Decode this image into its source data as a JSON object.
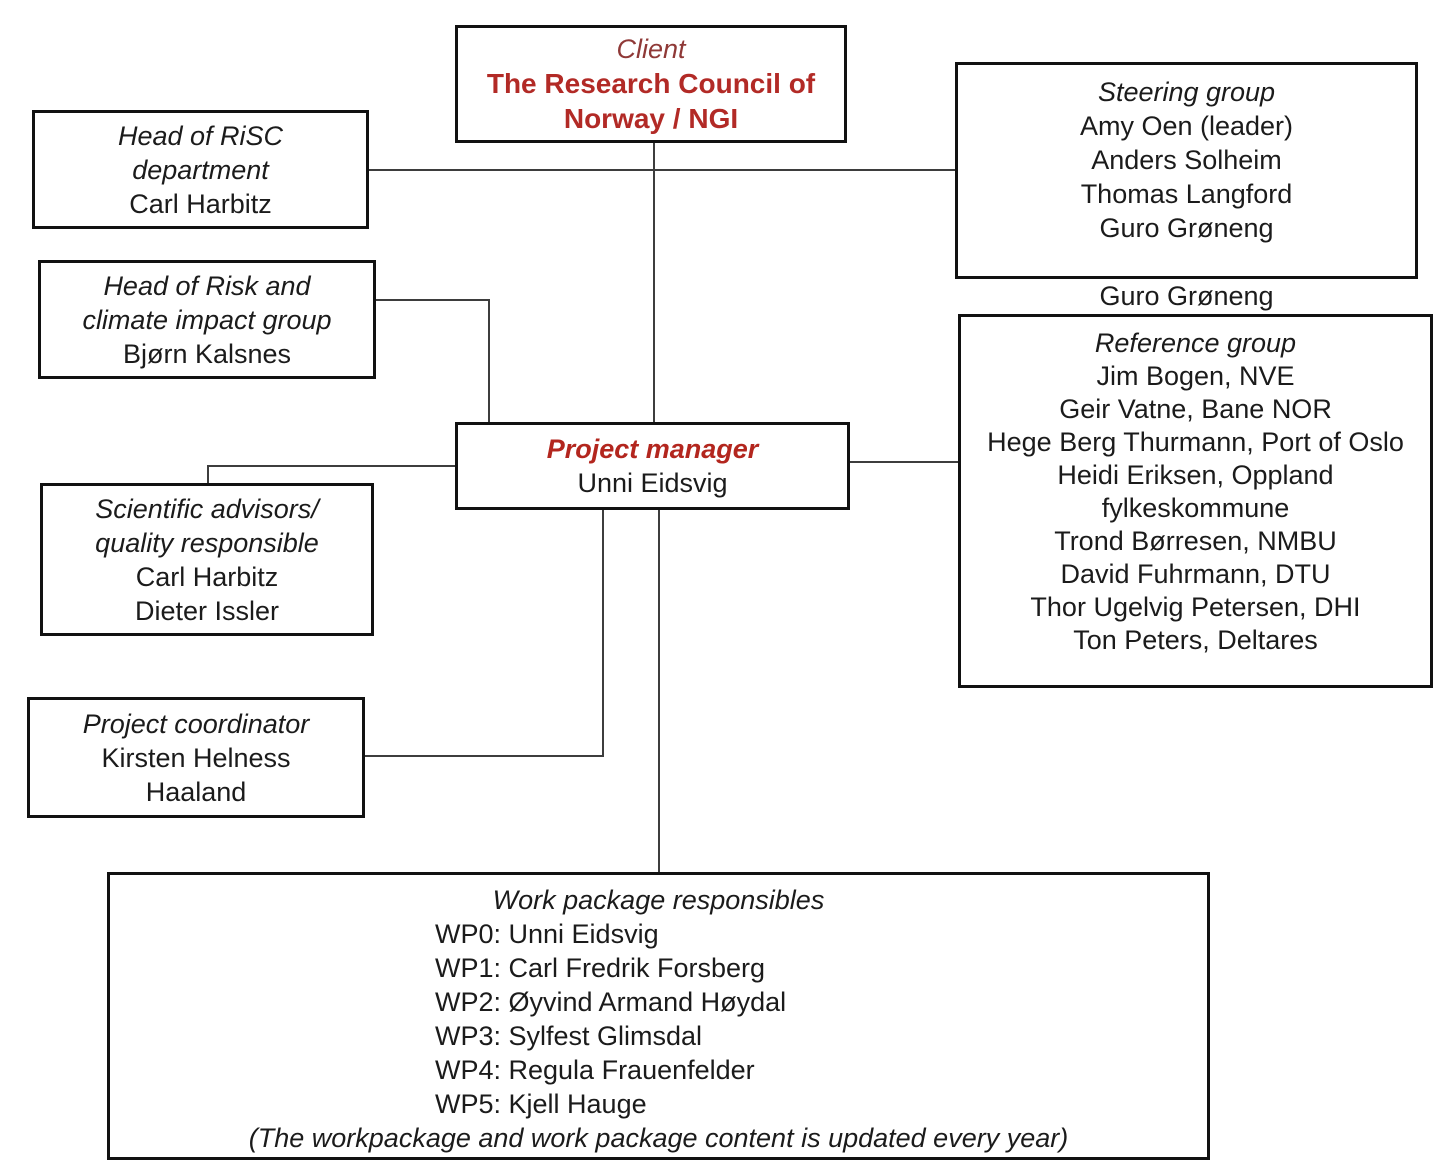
{
  "colors": {
    "client_title": "#8f3937",
    "client_name": "#b22a26",
    "pm_title": "#b3261e",
    "text": "#1b1b1b",
    "border": "#111111",
    "connector": "#3d3d3d",
    "background": "#ffffff"
  },
  "client": {
    "title": "Client",
    "name_lines": [
      "The Research Council of",
      "Norway / NGI"
    ]
  },
  "head_risc": {
    "title_lines": [
      "Head of RiSC",
      "department"
    ],
    "name": "Carl Harbitz"
  },
  "steering": {
    "title": "Steering group",
    "members": [
      "Amy Oen (leader)",
      "Anders Solheim",
      "Thomas Langford",
      "Guro Grøneng"
    ],
    "overflow_member": "Guro Grøneng"
  },
  "reference": {
    "title": "Reference group",
    "members": [
      "Jim Bogen, NVE",
      "Geir Vatne, Bane NOR",
      "Hege Berg Thurmann, Port of Oslo",
      "Heidi Eriksen, Oppland fylkeskommune",
      "Trond Børresen, NMBU",
      "David Fuhrmann, DTU",
      "Thor Ugelvig Petersen, DHI",
      "Ton Peters, Deltares"
    ]
  },
  "head_risk_climate": {
    "title_lines": [
      "Head of Risk and",
      "climate impact group"
    ],
    "name": "Bjørn Kalsnes"
  },
  "pm": {
    "title": "Project manager",
    "name": "Unni Eidsvig"
  },
  "sci_advisors": {
    "title_lines": [
      "Scientific advisors/",
      "quality responsible"
    ],
    "members": [
      "Carl Harbitz",
      "Dieter Issler"
    ]
  },
  "coordinator": {
    "title": "Project coordinator",
    "name_lines": [
      "Kirsten Helness",
      "Haaland"
    ]
  },
  "work_packages": {
    "title": "Work package responsibles",
    "items": [
      "WP0: Unni Eidsvig",
      "WP1: Carl Fredrik Forsberg",
      "WP2: Øyvind Armand Høydal",
      "WP3: Sylfest Glimsdal",
      "WP4: Regula Frauenfelder",
      "WP5: Kjell Hauge"
    ],
    "footnote": "(The workpackage and work package content is updated every year)"
  }
}
